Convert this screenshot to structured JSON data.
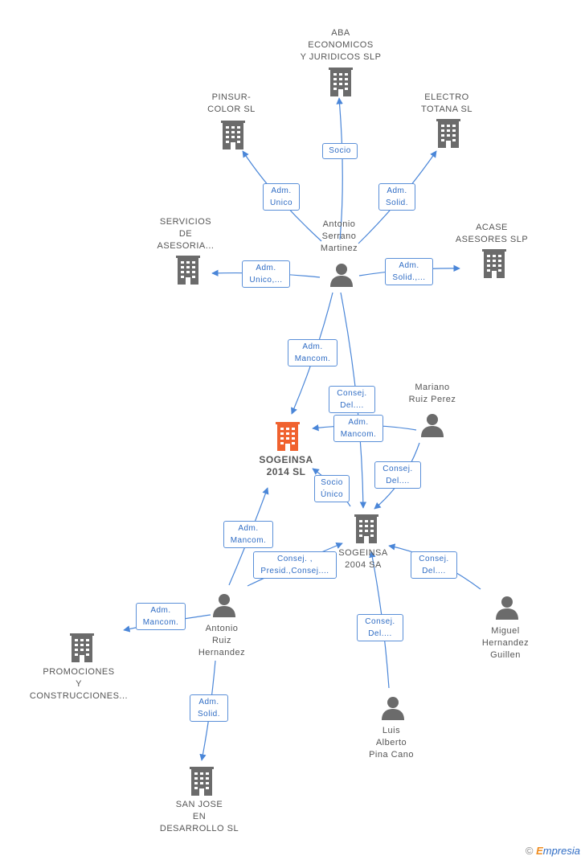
{
  "colors": {
    "edge": "#4a86d8",
    "building": "#6b6b6b",
    "building_main": "#f0622f",
    "person": "#6b6b6b"
  },
  "nodes": {
    "aba": {
      "lines": [
        "ABA",
        "ECONOMICOS",
        "Y JURIDICOS SLP"
      ],
      "icon": "building-icon"
    },
    "pinsur": {
      "lines": [
        "PINSUR-",
        "COLOR SL"
      ],
      "icon": "building-icon"
    },
    "electro": {
      "lines": [
        "ELECTRO",
        "TOTANA SL"
      ],
      "icon": "building-icon"
    },
    "servicios": {
      "lines": [
        "SERVICIOS",
        "DE",
        "ASESORIA..."
      ],
      "icon": "building-icon"
    },
    "acase": {
      "lines": [
        "ACASE",
        "ASESORES SLP"
      ],
      "icon": "building-icon"
    },
    "antonio_serrano": {
      "lines": [
        "Antonio",
        "Serrano",
        "Martinez"
      ],
      "icon": "person-icon"
    },
    "mariano": {
      "lines": [
        "Mariano",
        "Ruiz Perez"
      ],
      "icon": "person-icon"
    },
    "sogeinsa2014": {
      "lines": [
        "SOGEINSA",
        "2014  SL"
      ],
      "icon": "building-icon"
    },
    "sogeinsa2004": {
      "lines": [
        "SOGEINSA",
        "2004 SA"
      ],
      "icon": "building-icon"
    },
    "antonio_ruiz": {
      "lines": [
        "Antonio",
        "Ruiz",
        "Hernandez"
      ],
      "icon": "person-icon"
    },
    "miguel": {
      "lines": [
        "Miguel",
        "Hernandez",
        "Guillen"
      ],
      "icon": "person-icon"
    },
    "promociones": {
      "lines": [
        "PROMOCIONES",
        "Y",
        "CONSTRUCCIONES..."
      ],
      "icon": "building-icon"
    },
    "luis": {
      "lines": [
        "Luis",
        "Alberto",
        "Pina Cano"
      ],
      "icon": "person-icon"
    },
    "sanjose": {
      "lines": [
        "SAN JOSE",
        "EN",
        "DESARROLLO SL"
      ],
      "icon": "building-icon"
    }
  },
  "edges": {
    "socio_aba": [
      "Socio"
    ],
    "adm_unico_pinsur": [
      "Adm.",
      "Unico"
    ],
    "adm_solid_electro": [
      "Adm.",
      "Solid."
    ],
    "adm_unico_servicios": [
      "Adm.",
      "Unico,..."
    ],
    "adm_solid_acase": [
      "Adm.",
      "Solid.,..."
    ],
    "adm_mancom_serrano_2014": [
      "Adm.",
      "Mancom."
    ],
    "consej_serrano_2004": [
      "Consej.",
      "Del...."
    ],
    "adm_mancom_mariano_2014": [
      "Adm.",
      "Mancom."
    ],
    "consej_mariano_2004": [
      "Consej.",
      "Del...."
    ],
    "socio_unico_2004_2014": [
      "Socio",
      "Único"
    ],
    "adm_mancom_ruiz_2014": [
      "Adm.",
      "Mancom."
    ],
    "consej_presid_ruiz_2004": [
      "Consej. ,",
      "Presid.,Consej...."
    ],
    "consej_miguel_2004": [
      "Consej.",
      "Del...."
    ],
    "adm_mancom_ruiz_promociones": [
      "Adm.",
      "Mancom."
    ],
    "consej_luis_2004": [
      "Consej.",
      "Del...."
    ],
    "adm_solid_ruiz_sanjose": [
      "Adm.",
      "Solid."
    ]
  },
  "watermark": {
    "copyright": "©",
    "brand_initial": "E",
    "brand_rest": "mpresia"
  }
}
